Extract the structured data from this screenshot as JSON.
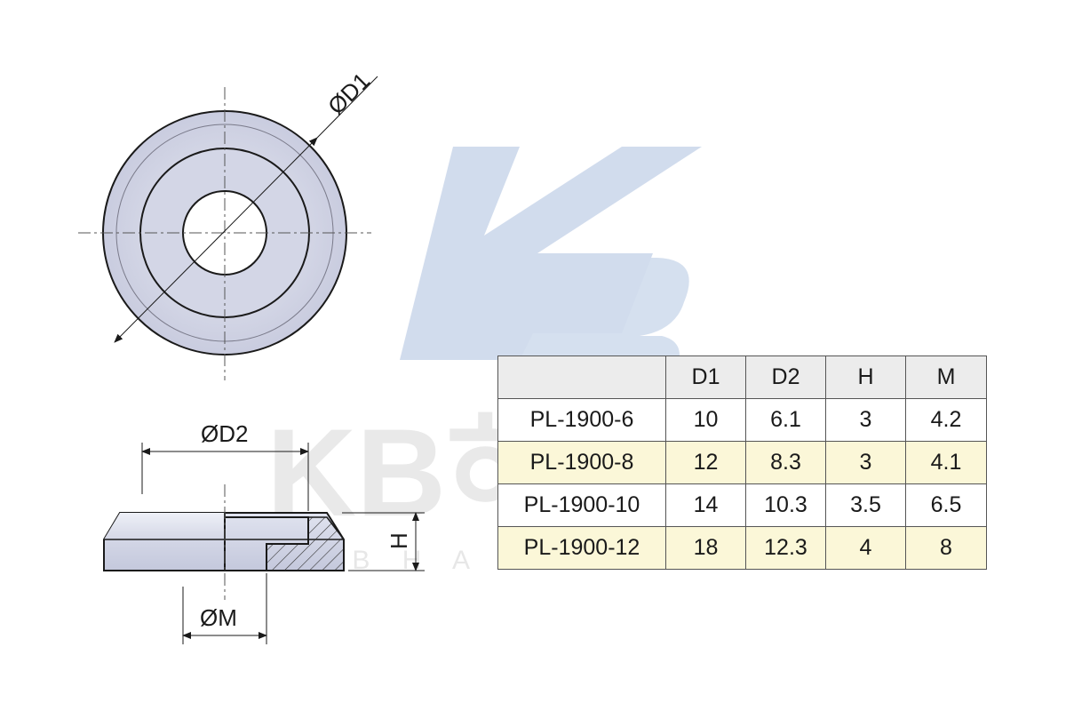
{
  "watermark": {
    "logo_letters": "KB",
    "brand_korean": "KB하드웨어",
    "brand_latin": "K B H A R D W A R E",
    "logo_color": "#c9d6ea",
    "text_color": "#d8d8d8"
  },
  "top_view": {
    "d1_label": "ØD1"
  },
  "side_view": {
    "d2_label": "ØD2",
    "h_label": "H",
    "m_label": "ØM"
  },
  "table": {
    "headers": [
      "",
      "D1",
      "D2",
      "H",
      "M"
    ],
    "rows": [
      {
        "model": "PL-1900-6",
        "d1": "10",
        "d2": "6.1",
        "h": "3",
        "m": "4.2"
      },
      {
        "model": "PL-1900-8",
        "d1": "12",
        "d2": "8.3",
        "h": "3",
        "m": "4.1"
      },
      {
        "model": "PL-1900-10",
        "d1": "14",
        "d2": "10.3",
        "h": "3.5",
        "m": "6.5"
      },
      {
        "model": "PL-1900-12",
        "d1": "18",
        "d2": "12.3",
        "h": "4",
        "m": "8"
      }
    ],
    "colors": {
      "header_bg": "#ececec",
      "alt_row_bg": "#fbf7d8",
      "plain_row_bg": "#ffffff"
    }
  }
}
